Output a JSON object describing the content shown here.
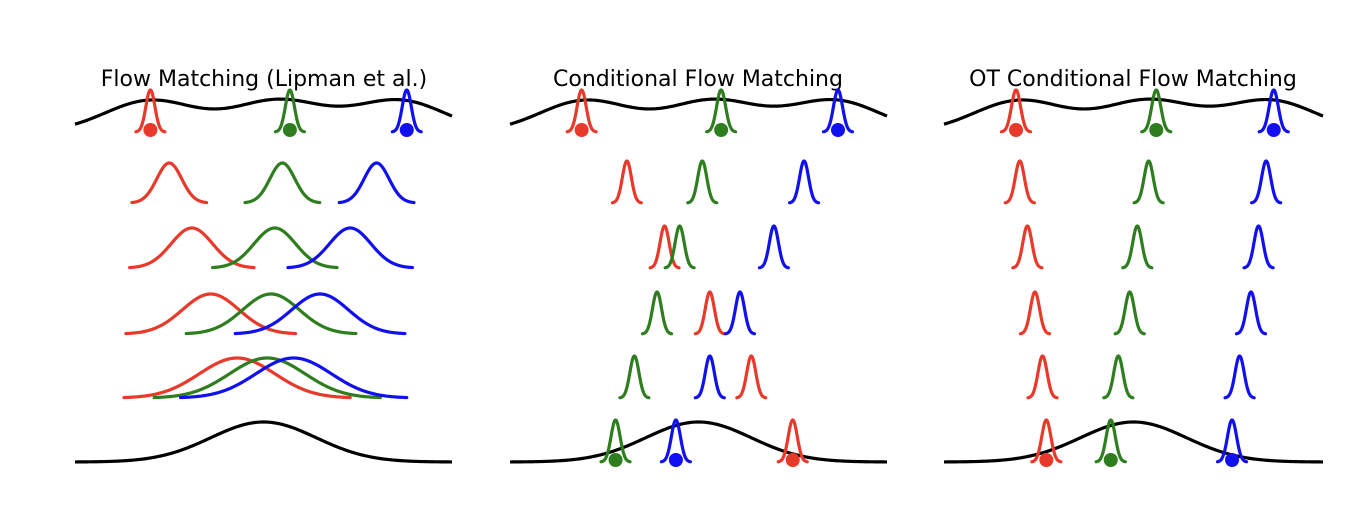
{
  "colors": {
    "red": "#e8392b",
    "green": "#2e7d1f",
    "blue": "#1010f0",
    "black": "#000000"
  },
  "panels": [
    {
      "title": "Flow Matching (Lipman et al.)",
      "rows": [
        {
          "red": {
            "mu": 0.2,
            "sigma": 0.012
          },
          "green": {
            "mu": 0.57,
            "sigma": 0.012
          },
          "blue": {
            "mu": 0.88,
            "sigma": 0.012
          }
        },
        {
          "red": {
            "mu": 0.25,
            "sigma": 0.033
          },
          "green": {
            "mu": 0.55,
            "sigma": 0.033
          },
          "blue": {
            "mu": 0.8,
            "sigma": 0.033
          }
        },
        {
          "red": {
            "mu": 0.31,
            "sigma": 0.055
          },
          "green": {
            "mu": 0.53,
            "sigma": 0.055
          },
          "blue": {
            "mu": 0.73,
            "sigma": 0.055
          }
        },
        {
          "red": {
            "mu": 0.36,
            "sigma": 0.075
          },
          "green": {
            "mu": 0.52,
            "sigma": 0.075
          },
          "blue": {
            "mu": 0.65,
            "sigma": 0.075
          }
        },
        {
          "red": {
            "mu": 0.43,
            "sigma": 0.1
          },
          "green": {
            "mu": 0.51,
            "sigma": 0.1
          },
          "blue": {
            "mu": 0.58,
            "sigma": 0.1
          }
        }
      ]
    },
    {
      "title": "Conditional Flow Matching",
      "rows": [
        {
          "red": {
            "mu": 0.19,
            "sigma": 0.012
          },
          "green": {
            "mu": 0.56,
            "sigma": 0.012
          },
          "blue": {
            "mu": 0.87,
            "sigma": 0.012
          }
        },
        {
          "red": {
            "mu": 0.31,
            "sigma": 0.012
          },
          "green": {
            "mu": 0.51,
            "sigma": 0.012
          },
          "blue": {
            "mu": 0.78,
            "sigma": 0.012
          }
        },
        {
          "red": {
            "mu": 0.41,
            "sigma": 0.012
          },
          "green": {
            "mu": 0.45,
            "sigma": 0.012
          },
          "blue": {
            "mu": 0.7,
            "sigma": 0.012
          }
        },
        {
          "red": {
            "mu": 0.53,
            "sigma": 0.012
          },
          "green": {
            "mu": 0.39,
            "sigma": 0.012
          },
          "blue": {
            "mu": 0.61,
            "sigma": 0.012
          }
        },
        {
          "red": {
            "mu": 0.64,
            "sigma": 0.012
          },
          "green": {
            "mu": 0.33,
            "sigma": 0.012
          },
          "blue": {
            "mu": 0.53,
            "sigma": 0.012
          }
        },
        {
          "red": {
            "mu": 0.75,
            "sigma": 0.012
          },
          "green": {
            "mu": 0.28,
            "sigma": 0.012
          },
          "blue": {
            "mu": 0.44,
            "sigma": 0.012
          }
        }
      ]
    },
    {
      "title": "OT Conditional Flow Matching",
      "rows": [
        {
          "red": {
            "mu": 0.19,
            "sigma": 0.012
          },
          "green": {
            "mu": 0.56,
            "sigma": 0.012
          },
          "blue": {
            "mu": 0.87,
            "sigma": 0.012
          }
        },
        {
          "red": {
            "mu": 0.2,
            "sigma": 0.012
          },
          "green": {
            "mu": 0.54,
            "sigma": 0.012
          },
          "blue": {
            "mu": 0.85,
            "sigma": 0.012
          }
        },
        {
          "red": {
            "mu": 0.22,
            "sigma": 0.012
          },
          "green": {
            "mu": 0.51,
            "sigma": 0.012
          },
          "blue": {
            "mu": 0.83,
            "sigma": 0.012
          }
        },
        {
          "red": {
            "mu": 0.24,
            "sigma": 0.012
          },
          "green": {
            "mu": 0.49,
            "sigma": 0.012
          },
          "blue": {
            "mu": 0.81,
            "sigma": 0.012
          }
        },
        {
          "red": {
            "mu": 0.26,
            "sigma": 0.012
          },
          "green": {
            "mu": 0.46,
            "sigma": 0.012
          },
          "blue": {
            "mu": 0.78,
            "sigma": 0.012
          }
        },
        {
          "red": {
            "mu": 0.27,
            "sigma": 0.012
          },
          "green": {
            "mu": 0.44,
            "sigma": 0.012
          },
          "blue": {
            "mu": 0.76,
            "sigma": 0.012
          }
        }
      ]
    }
  ]
}
